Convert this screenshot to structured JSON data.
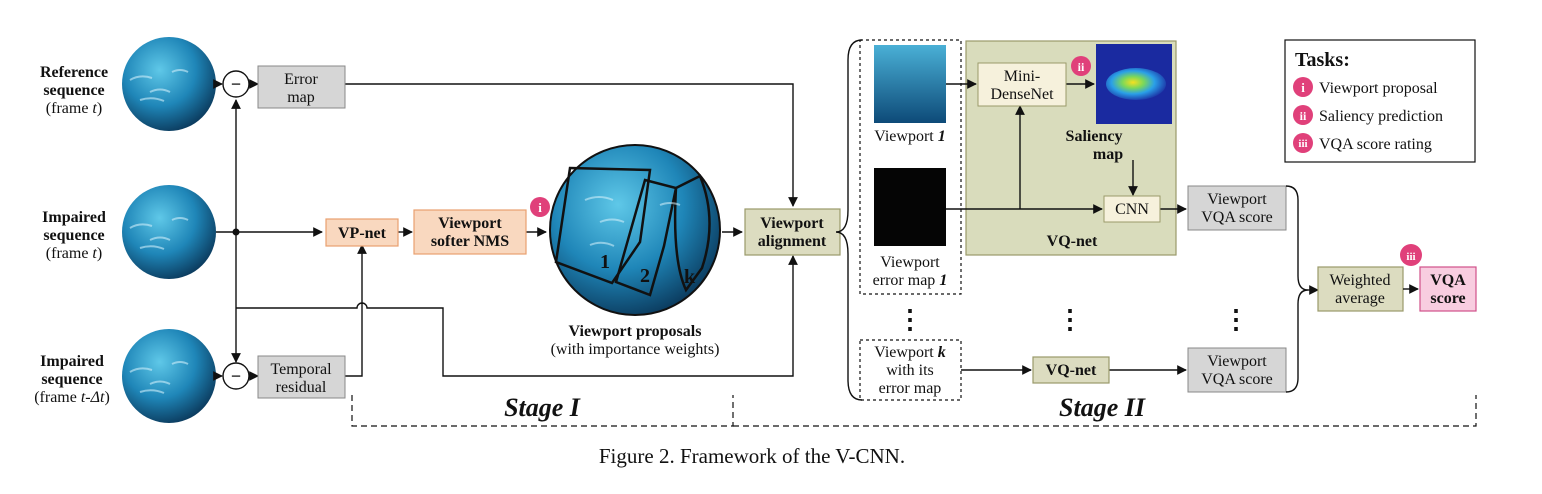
{
  "inputs": {
    "reference": {
      "line1": "Reference",
      "line2": "sequence",
      "line3_pre": "(frame ",
      "line3_var": "t",
      "line3_post": ")"
    },
    "impaired_t": {
      "line1": "Impaired",
      "line2": "sequence",
      "line3_pre": "(frame ",
      "line3_var": "t",
      "line3_post": ")"
    },
    "impaired_dt": {
      "line1": "Impaired",
      "line2": "sequence",
      "line3_pre": "(frame ",
      "line3_var": "t-Δt",
      "line3_post": ")"
    }
  },
  "ops": {
    "minus": "−"
  },
  "boxes": {
    "error_map": {
      "line1": "Error",
      "line2": "map"
    },
    "temporal_residual": {
      "line1": "Temporal",
      "line2": "residual"
    },
    "vp_net": "VP-net",
    "viewport_softer_nms": {
      "line1": "Viewport",
      "line2": "softer NMS"
    },
    "viewport_alignment": {
      "line1": "Viewport",
      "line2": "alignment"
    },
    "mini_densenet": {
      "line1": "Mini-",
      "line2": "DenseNet"
    },
    "cnn": "CNN",
    "vq_net_big": "VQ-net",
    "vq_net_small": "VQ-net",
    "viewport_vqa_score_1": {
      "line1": "Viewport",
      "line2": "VQA score"
    },
    "viewport_vqa_score_k": {
      "line1": "Viewport",
      "line2": "VQA score"
    },
    "weighted_average": {
      "line1": "Weighted",
      "line2": "average"
    },
    "vqa_score": {
      "line1": "VQA",
      "line2": "score"
    }
  },
  "proposals": {
    "title": "Viewport proposals",
    "subtitle": "(with importance weights)",
    "labels": [
      "1",
      "2",
      "k"
    ]
  },
  "viewports": {
    "viewport1": {
      "text": "Viewport ",
      "num": "1"
    },
    "error_map1_line1": "Viewport",
    "error_map1_line2": {
      "text": "error map ",
      "num": "1"
    },
    "viewportk_line1": {
      "text": "Viewport ",
      "num": "k"
    },
    "viewportk_line2": "with its",
    "viewportk_line3": "error map",
    "dots": "⋮"
  },
  "saliency": {
    "line1": "Saliency",
    "line2": "map"
  },
  "stages": {
    "stage1": "Stage I",
    "stage2": "Stage II"
  },
  "tasks": {
    "title": "Tasks:",
    "items": [
      {
        "badge": "i",
        "label": "Viewport proposal"
      },
      {
        "badge": "ii",
        "label": "Saliency prediction"
      },
      {
        "badge": "iii",
        "label": "VQA score rating"
      }
    ]
  },
  "caption": "Figure 2. Framework of the V-CNN.",
  "colors": {
    "gray_box": "#d6d6d6",
    "orange_box": "#f9d8bf",
    "orange_border": "#e8a070",
    "olive_box": "#dcdcc0",
    "olive_border": "#9a9a6a",
    "vqnet_bg": "#d9dcbc",
    "pink_badge": "#e0407a",
    "pink_box": "#f8cde0",
    "stage_text": "#8a6a3a"
  }
}
